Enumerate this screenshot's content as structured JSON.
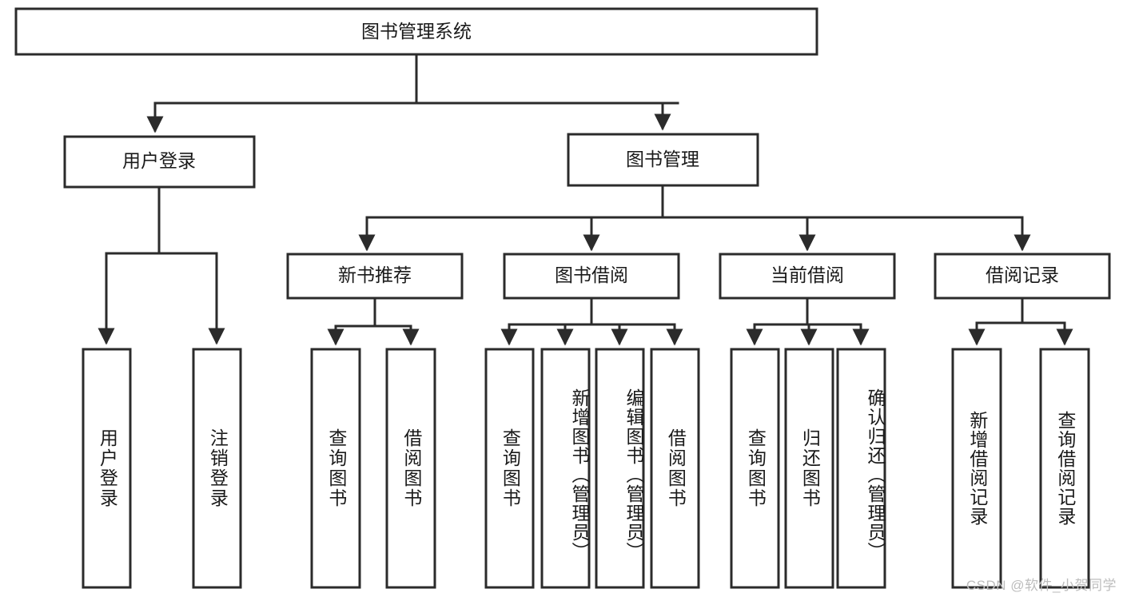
{
  "diagram": {
    "title": "图书管理系统",
    "type": "tree",
    "orientation": "top-down",
    "colors": {
      "stroke": "#2b2b2b",
      "fill": "#ffffff",
      "text": "#1a1a1a",
      "watermark": "#bdbdbd",
      "background": "#ffffff"
    },
    "root": {
      "label": "图书管理系统"
    },
    "level2": [
      {
        "label": "用户登录"
      },
      {
        "label": "图书管理"
      }
    ],
    "level3": [
      {
        "label": "新书推荐"
      },
      {
        "label": "图书借阅"
      },
      {
        "label": "当前借阅"
      },
      {
        "label": "借阅记录"
      }
    ],
    "leaves": {
      "user_login": [
        {
          "label": "用户登录"
        },
        {
          "label": "注销登录"
        }
      ],
      "new_book_recommend": [
        {
          "label": "查询图书"
        },
        {
          "label": "借阅图书"
        }
      ],
      "book_borrow": [
        {
          "label": "查询图书"
        },
        {
          "label": "新增图书（管理员）"
        },
        {
          "label": "编辑图书（管理员）"
        },
        {
          "label": "借阅图书"
        }
      ],
      "current_borrow": [
        {
          "label": "查询图书"
        },
        {
          "label": "归还图书"
        },
        {
          "label": "确认归还（管理员）"
        }
      ],
      "borrow_record": [
        {
          "label": "新增借阅记录"
        },
        {
          "label": "查询借阅记录"
        }
      ]
    }
  },
  "watermark": {
    "text": "CSDN @软件_小贺同学"
  }
}
